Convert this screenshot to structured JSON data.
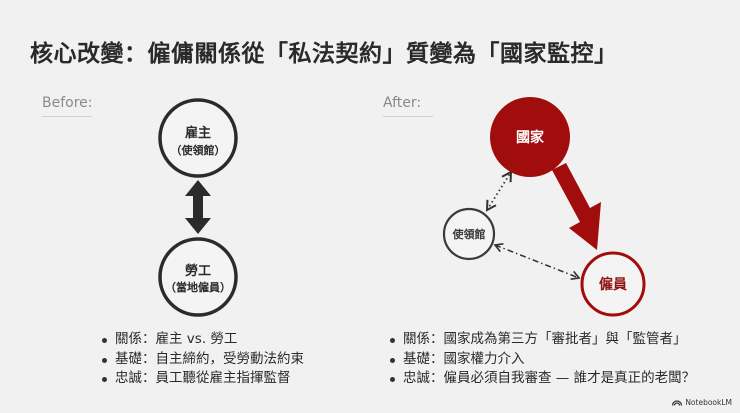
{
  "title": "核心改變：僱傭關係從「私法契約」質變為「國家監控」",
  "before": {
    "label": "Before:",
    "top_node": {
      "title": "雇主",
      "subtitle": "（使領館）"
    },
    "bottom_node": {
      "title": "勞工",
      "subtitle": "（當地僱員）"
    },
    "connector": "double-headed-arrow",
    "bullets": [
      "關係：雇主 vs. 勞工",
      "基礎：自主締約，受勞動法約束",
      "忠誠：員工聽從雇主指揮監督"
    ]
  },
  "after": {
    "label": "After:",
    "state_node": {
      "title": "國家"
    },
    "embassy_node": {
      "title": "使領館"
    },
    "employee_node": {
      "title": "僱員"
    },
    "bullets": [
      "關係：國家成為第三方「審批者」與「監管者」",
      "基礎：國家權力介入",
      "忠誠：僱員必須自我審查 — 誰才是真正的老闆？"
    ]
  },
  "colors": {
    "background": "#f1f1f1",
    "dark": "#2b2b2b",
    "accent_red": "#a10c0c",
    "label_gray": "#8a8a8a"
  },
  "brand": {
    "name": "NotebookLM",
    "icon": "notebooklm-logo-icon"
  }
}
